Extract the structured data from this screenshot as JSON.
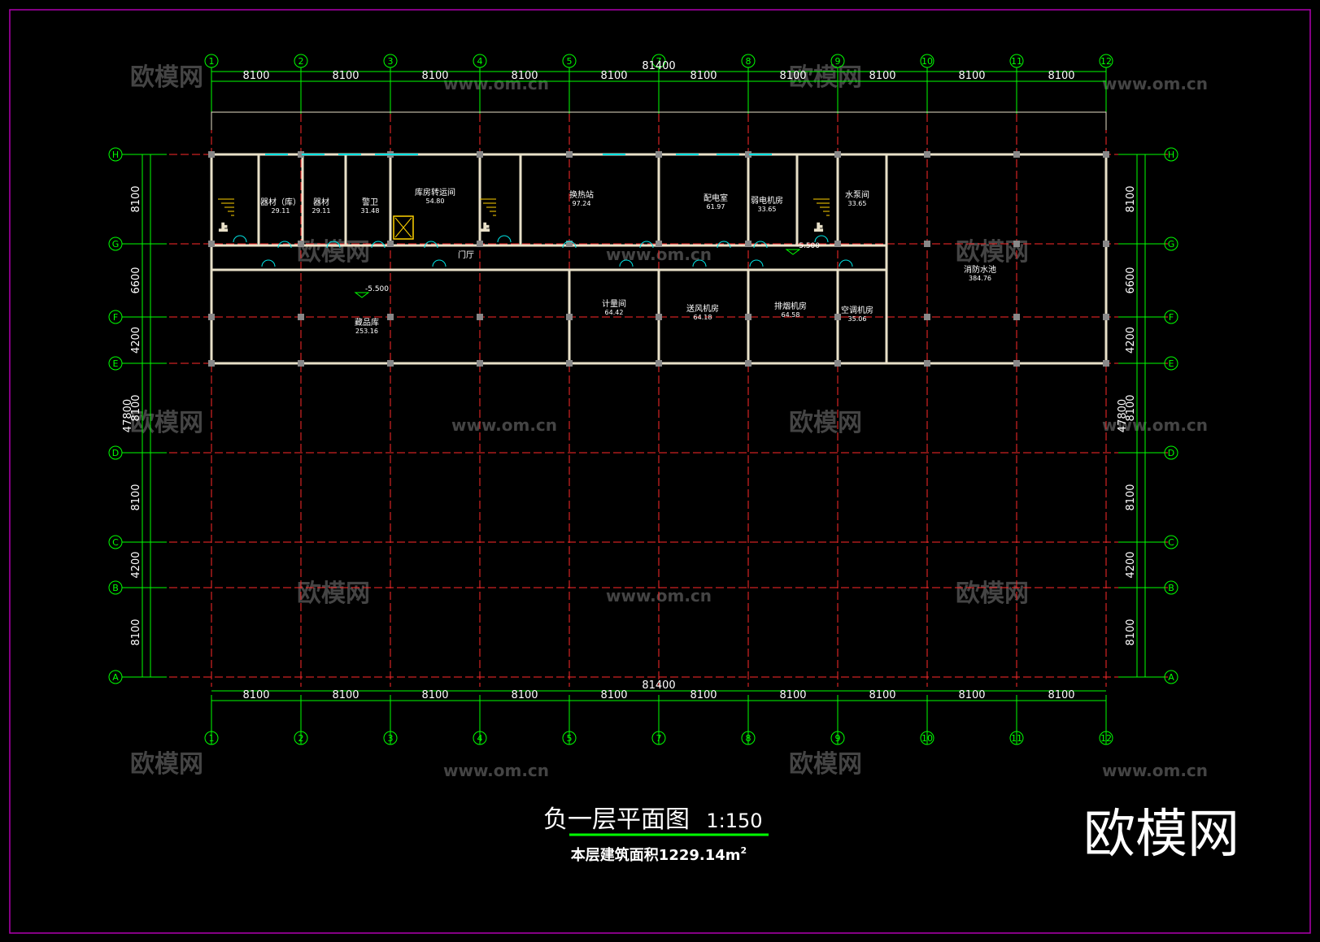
{
  "drawing": {
    "title": "负一层平面图",
    "scale": "1:150",
    "area_note": "本层建筑面积1229.14m",
    "area_superscript": "2"
  },
  "watermark": {
    "brand": "欧模网",
    "url": "www.om.cn",
    "color": "#555555"
  },
  "colors": {
    "grid_line": "#ff2a2a",
    "dimension": "#00ff00",
    "wall": "#e8e0c8",
    "door": "#00e5e5",
    "text": "#ffffff",
    "stair": "#ffd200",
    "border": "#b000b0"
  },
  "axes": {
    "columns": [
      "1",
      "2",
      "3",
      "4",
      "5",
      "7",
      "8",
      "9",
      "10",
      "11",
      "12"
    ],
    "rows": [
      "H",
      "G",
      "F",
      "E",
      "D",
      "C",
      "B",
      "A"
    ]
  },
  "dimensions": {
    "bay_widths": [
      "8100",
      "8100",
      "8100",
      "8100",
      "8100",
      "8100",
      "8100",
      "8100",
      "8100",
      "8100"
    ],
    "total_width": "81400",
    "row_spans": [
      "8100",
      "6600",
      "4200",
      "8100",
      "8100",
      "4200",
      "8100"
    ],
    "total_depth": "47800"
  },
  "rooms": [
    {
      "name": "器材（库）",
      "area": "29.11"
    },
    {
      "name": "器材",
      "area": "29.11"
    },
    {
      "name": "警卫",
      "area": "31.48"
    },
    {
      "name": "库房转运间",
      "area": "54.80"
    },
    {
      "name": "换热站",
      "area": "97.24"
    },
    {
      "name": "配电室",
      "area": "61.97"
    },
    {
      "name": "弱电机房",
      "area": "33.65"
    },
    {
      "name": "水泵间",
      "area": "33.65"
    },
    {
      "name": "门厅",
      "area": ""
    },
    {
      "name": "藏品库",
      "area": "253.16"
    },
    {
      "name": "计量间",
      "area": "64.42"
    },
    {
      "name": "送风机房",
      "area": "64.18"
    },
    {
      "name": "排烟机房",
      "area": "64.58"
    },
    {
      "name": "空调机房",
      "area": "35.06"
    },
    {
      "name": "消防水池",
      "area": "384.76"
    }
  ],
  "levels": [
    "-5.500",
    "-5.500"
  ],
  "stair_labels": [
    "上",
    "上",
    "上"
  ]
}
